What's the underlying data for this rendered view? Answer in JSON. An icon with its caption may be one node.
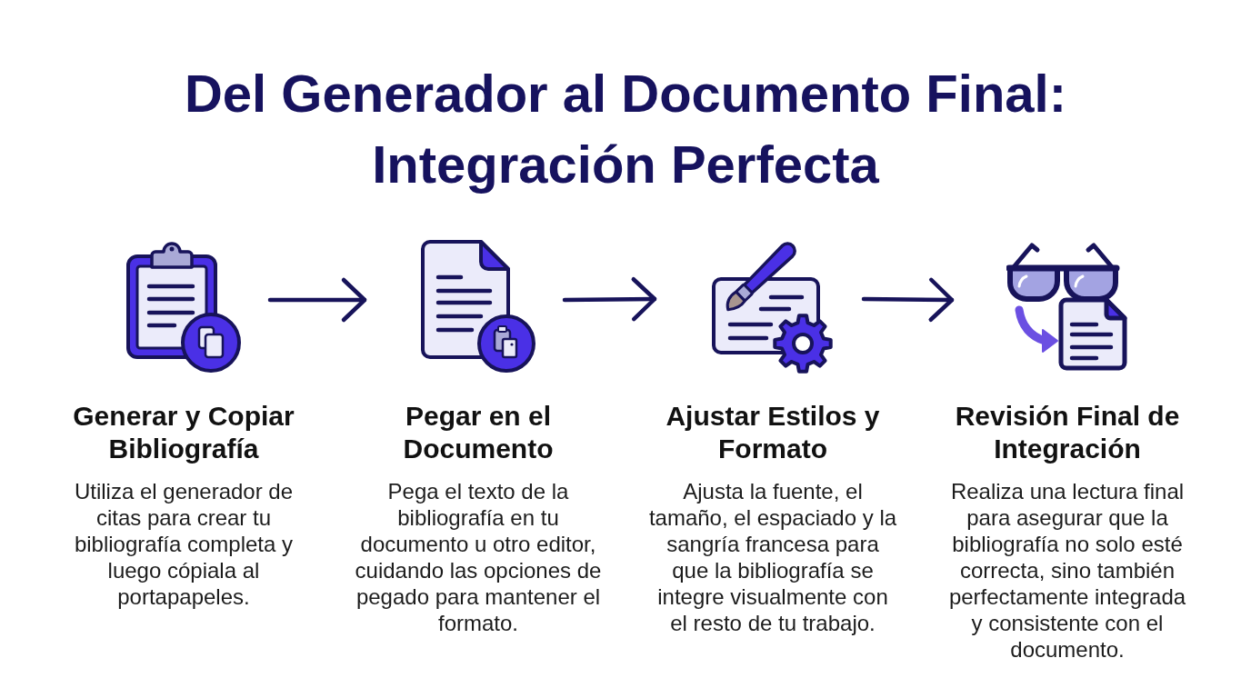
{
  "diagram": {
    "title": "Del Generador al Documento Final: Integración Perfecta",
    "nodes": [
      {
        "text": [],
        "shape": "picture",
        "beside": [
          "Generar y Copiar Bibliografía",
          "Utiliza el generador de citas para crear tu bibliografía completa y luego cópiala al portapapeles."
        ]
      },
      {
        "text": [],
        "shape": "picture",
        "beside": [
          "Pegar en el Documento",
          "Pega el texto de la bibliografía en tu documento u otro editor, cuidando las opciones de pegado para mantener el formato."
        ]
      },
      {
        "text": [],
        "shape": "picture",
        "beside": [
          "Ajustar Estilos y Formato",
          "Ajusta la fuente, el tamaño, el espaciado y la sangría francesa para que la bibliografía se integre visualmente con el resto de tu trabajo."
        ]
      },
      {
        "text": [],
        "shape": "picture",
        "beside": [
          "Revisión Final de Integración",
          "Realiza una lectura final para asegurar que la bibliografía no solo esté correcta, sino también perfectamente integrada y consistente con el documento."
        ]
      }
    ],
    "edges": [
      {
        "from": 0,
        "to": 1,
        "arrow": "to"
      },
      {
        "from": 1,
        "to": 2,
        "arrow": "to"
      },
      {
        "from": 2,
        "to": 3,
        "arrow": "to"
      }
    ]
  }
}
